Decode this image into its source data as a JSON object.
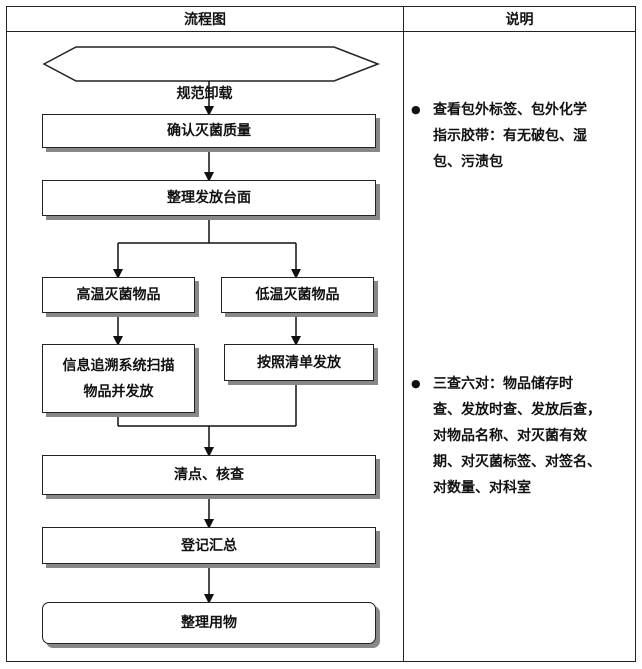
{
  "header": {
    "flowchart_col": "流程图",
    "notes_col": "说明"
  },
  "flow": {
    "start": "规范卸载",
    "step1": "确认灭菌质量",
    "step2": "整理发放台面",
    "branch_left": {
      "type": "高温灭菌物品",
      "action": [
        "信息追溯系统扫描",
        "物品并发放"
      ]
    },
    "branch_right": {
      "type": "低温灭菌物品",
      "action": "按照清单发放"
    },
    "step3": "清点、核查",
    "step4": "登记汇总",
    "end": "整理用物"
  },
  "notes": [
    {
      "bullet": "●",
      "lines": [
        "查看包外标签、包外化学",
        "指示胶带：有无破包、湿",
        "包、污渍包"
      ]
    },
    {
      "bullet": "●",
      "lines": [
        "三查六对：物品储存时",
        "查、发放时查、发放后查，",
        "对物品名称、对灭菌有效",
        "期、对灭菌标签、对签名、",
        "对数量、对科室"
      ]
    }
  ]
}
